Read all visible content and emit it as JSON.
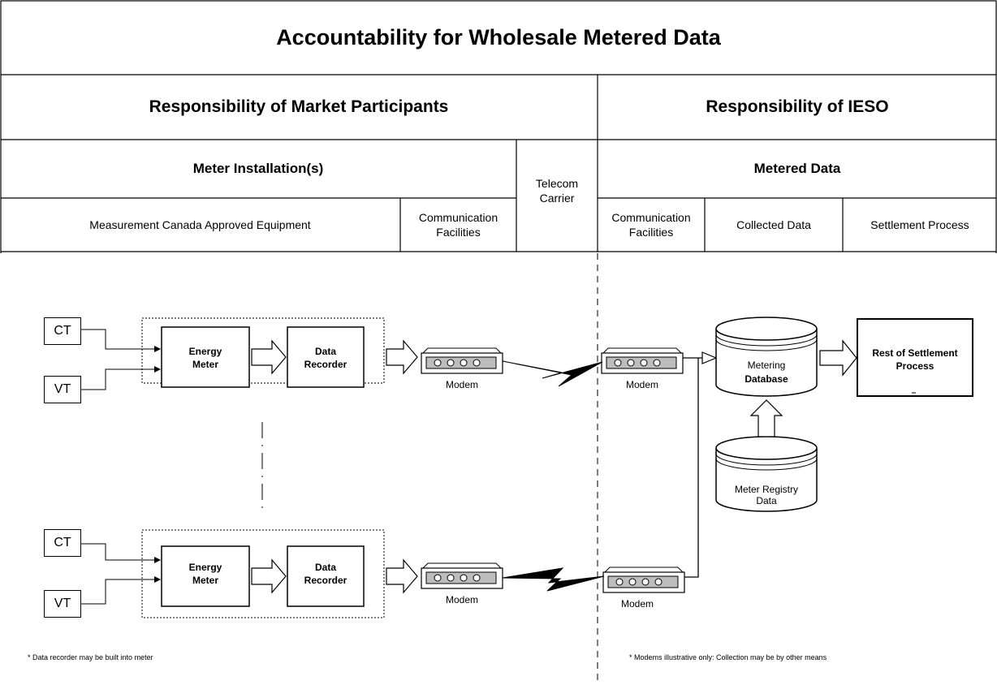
{
  "title": "Accountability for Wholesale Metered Data",
  "responsibility": {
    "left": "Responsibility of Market Participants",
    "right": "Responsibility of IESO"
  },
  "sections": {
    "meter_installations": "Meter Installation(s)",
    "telecom_line1": "Telecom",
    "telecom_line2": "Carrier",
    "metered_data": "Metered Data"
  },
  "subsections": {
    "mc_equipment": "Measurement Canada Approved Equipment",
    "comm_left_line1": "Communication",
    "comm_left_line2": "Facilities",
    "comm_right_line1": "Communication",
    "comm_right_line2": "Facilities",
    "collected_data": "Collected Data",
    "settlement_process": "Settlement Process"
  },
  "diagram": {
    "ct": "CT",
    "vt": "VT",
    "energy_meter_line1": "Energy",
    "energy_meter_line2": "Meter",
    "data_recorder_line1": "Data",
    "data_recorder_line2": "Recorder",
    "modem": "Modem",
    "metering_db_line1": "Metering",
    "metering_db_line2": "Database",
    "registry_line1": "Meter Registry",
    "registry_line2": "Data",
    "settlement_line1": "Rest of Settlement",
    "settlement_line2": "Process",
    "note_left": "* Data recorder may be built into meter",
    "note_right": "* Modems illustrative only: Collection may be by other means"
  }
}
